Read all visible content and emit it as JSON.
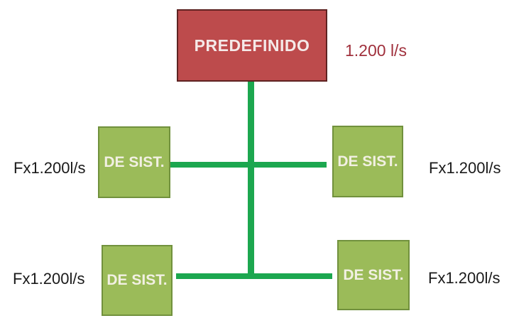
{
  "diagram": {
    "root": {
      "label": "PREDEFINIDO",
      "flow_label": "1.200 l/s"
    },
    "nodes": [
      {
        "position": "top-left",
        "label": "DE SIST.",
        "side_label": "Fx1.200l/s"
      },
      {
        "position": "top-right",
        "label": "DE SIST.",
        "side_label": "Fx1.200l/s"
      },
      {
        "position": "bottom-left",
        "label": "DE SIST.",
        "side_label": "Fx1.200l/s"
      },
      {
        "position": "bottom-right",
        "label": "DE SIST.",
        "side_label": "Fx1.200l/s"
      }
    ],
    "connectors": [
      {
        "name": "vertical-trunk"
      },
      {
        "name": "top-horizontal"
      },
      {
        "name": "bottom-horizontal"
      }
    ],
    "colors": {
      "root_fill": "#bd4b4c",
      "root_border": "#5e2322",
      "root_text": "#f5e9e8",
      "node_fill": "#9bbb59",
      "node_border": "#71913d",
      "node_text": "#f2f0e3",
      "connector": "#1ca74f",
      "flow_label_color": "#a0303c",
      "side_label_color": "#1a1a1a"
    }
  }
}
